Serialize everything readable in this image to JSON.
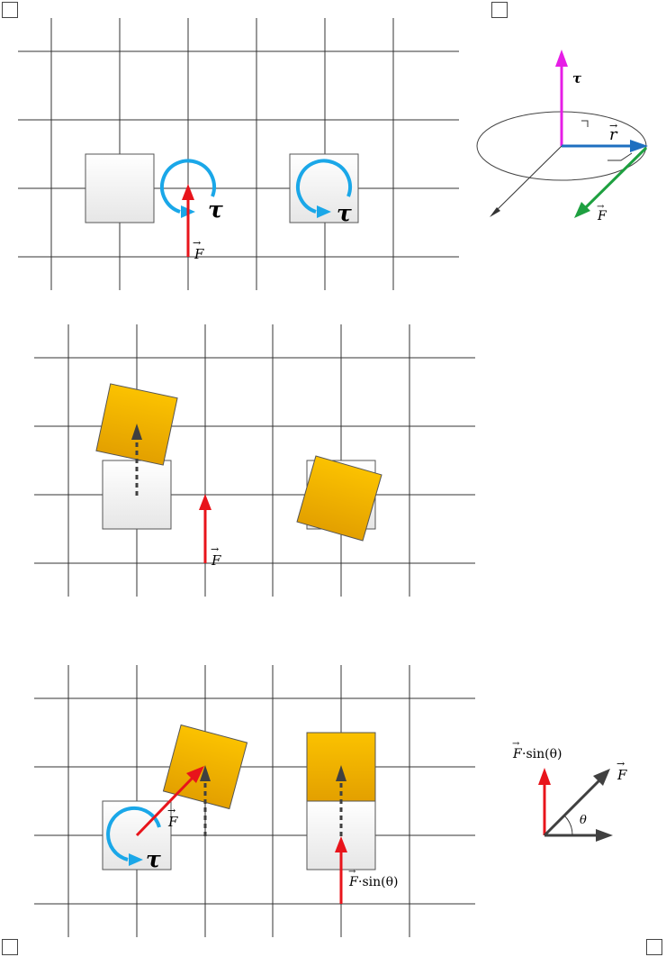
{
  "labels": {
    "force": "F",
    "torque": "τ",
    "radius": "r",
    "theta": "θ",
    "force_sin": "·sin(θ)"
  },
  "colors": {
    "force": "#e8141b",
    "torque_curve": "#1aa7e8",
    "torque_vector": "#e61ee6",
    "radius_vector": "#1e6fc0",
    "force_3d": "#1ea040",
    "orange_top": "#fbc200",
    "orange_bottom": "#e9a800",
    "dashed": "#404040",
    "grid": "#333333"
  },
  "icons": [
    "corner-marker-icon",
    "rotation-arrow-icon",
    "right-angle-icon"
  ]
}
